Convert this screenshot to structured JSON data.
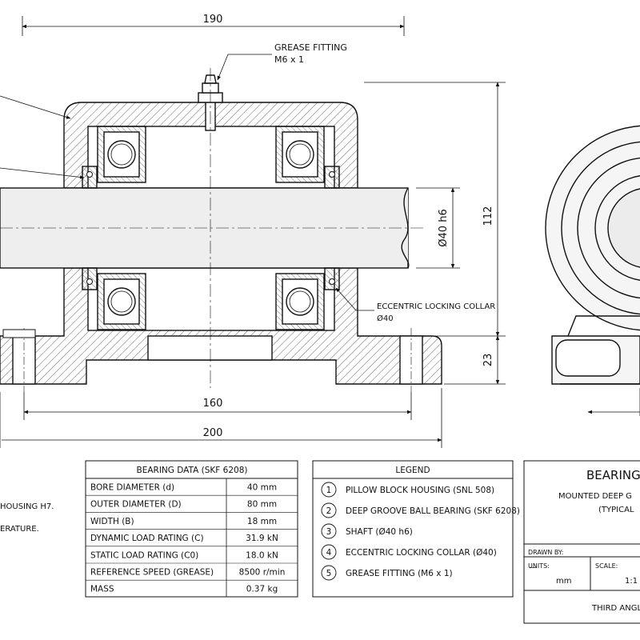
{
  "dimensions": {
    "overall_top": "190",
    "height_total": "112",
    "base_height": "23",
    "bolt_spacing": "160",
    "base_length": "200",
    "shaft_dia": "Ø40 h6"
  },
  "callouts": {
    "grease_line1": "GREASE FITTING",
    "grease_line2": "M6 x 1",
    "collar_line1": "ECCENTRIC LOCKING COLLAR",
    "collar_line2": "Ø40",
    "balloons": [
      "1",
      "2",
      "3",
      "4",
      "5"
    ]
  },
  "notes": {
    "line1": "HOUSING H7.",
    "line2": "ERATURE."
  },
  "bearing_table": {
    "title": "BEARING DATA (SKF 6208)",
    "rows": [
      {
        "label": "BORE DIAMETER (d)",
        "value": "40 mm"
      },
      {
        "label": "OUTER DIAMETER (D)",
        "value": "80 mm"
      },
      {
        "label": "WIDTH (B)",
        "value": "18 mm"
      },
      {
        "label": "DYNAMIC LOAD RATING (C)",
        "value": "31.9 kN"
      },
      {
        "label": "STATIC LOAD RATING (C0)",
        "value": "18.0 kN"
      },
      {
        "label": "REFERENCE SPEED (GREASE)",
        "value": "8500 r/min"
      },
      {
        "label": "MASS",
        "value": "0.37 kg"
      }
    ]
  },
  "legend": {
    "title": "LEGEND",
    "items": [
      {
        "num": "1",
        "text": "PILLOW BLOCK HOUSING (SNL 508)"
      },
      {
        "num": "2",
        "text": "DEEP GROOVE BALL BEARING (SKF 6208)"
      },
      {
        "num": "3",
        "text": "SHAFT (Ø40 h6)"
      },
      {
        "num": "4",
        "text": "ECCENTRIC LOCKING COLLAR (Ø40)"
      },
      {
        "num": "5",
        "text": "GREASE FITTING (M6 x 1)"
      }
    ]
  },
  "title_block": {
    "title": "BEARING",
    "subtitle1": "MOUNTED DEEP G",
    "subtitle2": "(TYPICAL",
    "drawn_by_label": "DRAWN BY:",
    "drawn_by_value": "—",
    "units_label": "UNITS:",
    "units_value": "mm",
    "scale_label": "SCALE:",
    "scale_value": "1:1",
    "projection": "THIRD ANGLE"
  },
  "colors": {
    "line": "#111111",
    "hatch": "#333333",
    "fill_housing": "#f2f2f2",
    "fill_shaft": "#eeeeee"
  }
}
